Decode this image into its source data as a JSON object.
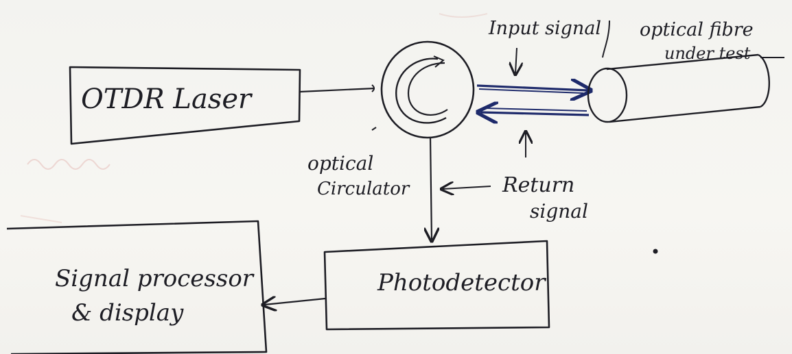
{
  "diagram": {
    "blocks": {
      "laser": "OTDR Laser",
      "photodetector": "Photodetector",
      "processor_line1": "Signal processor",
      "processor_line2": "& display"
    },
    "labels": {
      "circulator_line1": "optical",
      "circulator_line2": "Circulator",
      "input_signal": "Input signal",
      "fiber_line1": "optical fibre",
      "fiber_line2": "under test",
      "return_line1": "Return",
      "return_line2": "signal"
    },
    "colors": {
      "ink": "#1d1d24",
      "signal_ink": "#1e2a6b",
      "paper": "#f6f5f2"
    }
  }
}
